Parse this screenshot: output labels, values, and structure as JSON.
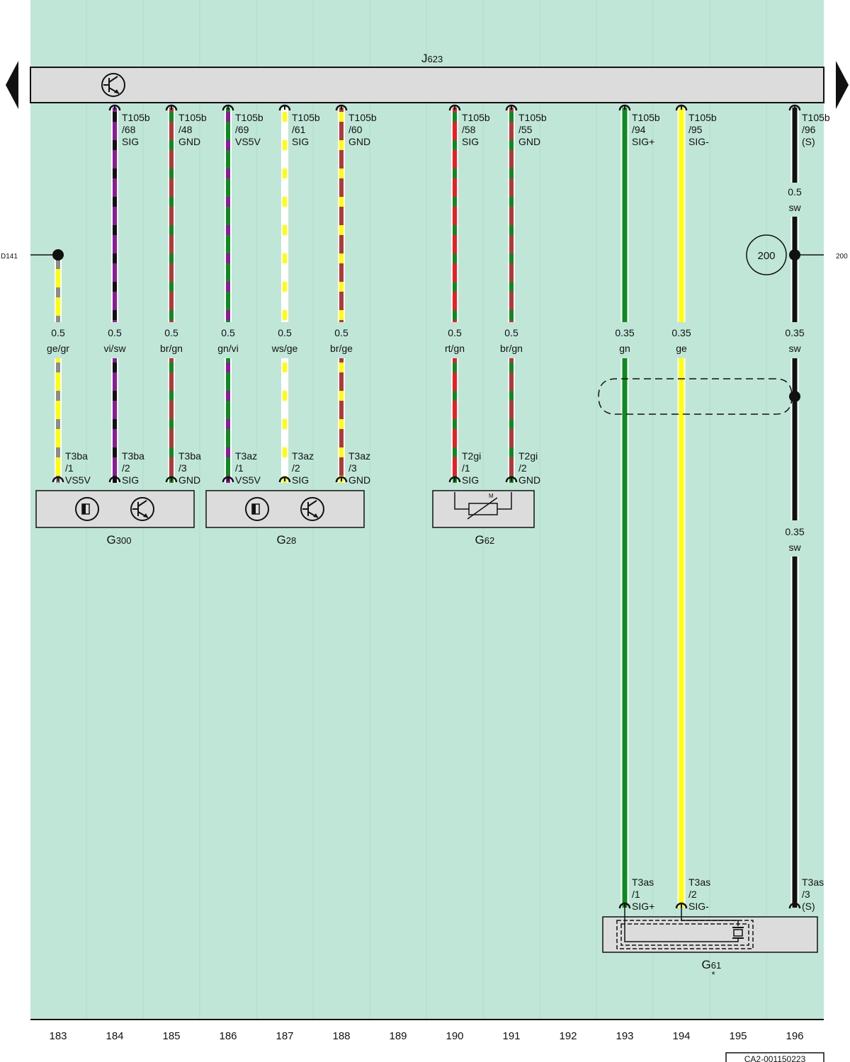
{
  "title": {
    "main": "J",
    "sub": "623"
  },
  "colors": {
    "background": "#c0e6d8",
    "box_fill": "#dcdcdc",
    "ws": "#ffffff",
    "sw": "#111111",
    "rt": "#ee1c24",
    "br": "#b03a3a",
    "gn": "#0e8a1f",
    "ge": "#ffff00",
    "gr": "#8c8c8c",
    "vi": "#8b1a9a"
  },
  "edge_refs": {
    "left": "D141",
    "right": "200"
  },
  "splice_label": "200",
  "ecu_wires": [
    {
      "col": 184,
      "pin": [
        "T105b",
        "/68",
        "SIG"
      ],
      "colors": [
        "vi",
        "sw"
      ],
      "size": "0.5",
      "code": "vi/sw"
    },
    {
      "col": 185,
      "pin": [
        "T105b",
        "/48",
        "GND"
      ],
      "colors": [
        "br",
        "gn"
      ],
      "size": "0.5",
      "code": "br/gn"
    },
    {
      "col": 186,
      "pin": [
        "T105b",
        "/69",
        "VS5V"
      ],
      "colors": [
        "gn",
        "vi"
      ],
      "size": "0.5",
      "code": "gn/vi"
    },
    {
      "col": 187,
      "pin": [
        "T105b",
        "/61",
        "SIG"
      ],
      "colors": [
        "ws",
        "ge"
      ],
      "size": "0.5",
      "code": "ws/ge"
    },
    {
      "col": 188,
      "pin": [
        "T105b",
        "/60",
        "GND"
      ],
      "colors": [
        "br",
        "ge"
      ],
      "size": "0.5",
      "code": "br/ge"
    },
    {
      "col": 190,
      "pin": [
        "T105b",
        "/58",
        "SIG"
      ],
      "colors": [
        "rt",
        "gn"
      ],
      "size": "0.5",
      "code": "rt/gn"
    },
    {
      "col": 191,
      "pin": [
        "T105b",
        "/55",
        "GND"
      ],
      "colors": [
        "br",
        "gn"
      ],
      "size": "0.5",
      "code": "br/gn"
    },
    {
      "col": 193,
      "pin": [
        "T105b",
        "/94",
        "SIG+"
      ],
      "colors": [
        "gn"
      ],
      "size": "0.35",
      "code": "gn"
    },
    {
      "col": 194,
      "pin": [
        "T105b",
        "/95",
        "SIG-"
      ],
      "colors": [
        "ge"
      ],
      "size": "0.35",
      "code": "ge"
    },
    {
      "col": 196,
      "pin": [
        "T105b",
        "/96",
        "(S)"
      ],
      "colors": [
        "sw"
      ],
      "size": "0.35",
      "code": "sw",
      "size_upper": "0.5",
      "code_upper": "sw",
      "size_lower": "0.35",
      "code_lower": "sw"
    }
  ],
  "left_wire": {
    "col": 183,
    "colors": [
      "ge",
      "gr"
    ],
    "size": "0.5",
    "code": "ge/gr"
  },
  "components": [
    {
      "name": "G",
      "sub": "300",
      "symbols": [
        "hall-sensor-icon",
        "transistor-icon"
      ],
      "pins": [
        {
          "col": 183,
          "label": [
            "T3ba",
            "/1",
            "VS5V"
          ]
        },
        {
          "col": 184,
          "label": [
            "T3ba",
            "/2",
            "SIG"
          ]
        },
        {
          "col": 185,
          "label": [
            "T3ba",
            "/3",
            "GND"
          ]
        }
      ]
    },
    {
      "name": "G",
      "sub": "28",
      "symbols": [
        "hall-sensor-icon",
        "transistor-icon"
      ],
      "pins": [
        {
          "col": 186,
          "label": [
            "T3az",
            "/1",
            "VS5V"
          ]
        },
        {
          "col": 187,
          "label": [
            "T3az",
            "/2",
            "SIG"
          ]
        },
        {
          "col": 188,
          "label": [
            "T3az",
            "/3",
            "GND"
          ]
        }
      ]
    },
    {
      "name": "G",
      "sub": "62",
      "symbols": [
        "thermistor-icon"
      ],
      "thermistor_mark": "M",
      "pins": [
        {
          "col": 190,
          "label": [
            "T2gi",
            "/1",
            "SIG"
          ]
        },
        {
          "col": 191,
          "label": [
            "T2gi",
            "/2",
            "GND"
          ]
        }
      ]
    },
    {
      "name": "G",
      "sub": "61",
      "symbols": [
        "piezo-crystal-icon"
      ],
      "footnote": "*",
      "pins": [
        {
          "col": 193,
          "label": [
            "T3as",
            "/1",
            "SIG+"
          ]
        },
        {
          "col": 194,
          "label": [
            "T3as",
            "/2",
            "SIG-"
          ]
        },
        {
          "col": 196,
          "label": [
            "T3as",
            "/3",
            "(S)"
          ]
        }
      ]
    }
  ],
  "columns": [
    "183",
    "184",
    "185",
    "186",
    "187",
    "188",
    "189",
    "190",
    "191",
    "192",
    "193",
    "194",
    "195",
    "196"
  ],
  "drawing_id": "CA2-001150223"
}
